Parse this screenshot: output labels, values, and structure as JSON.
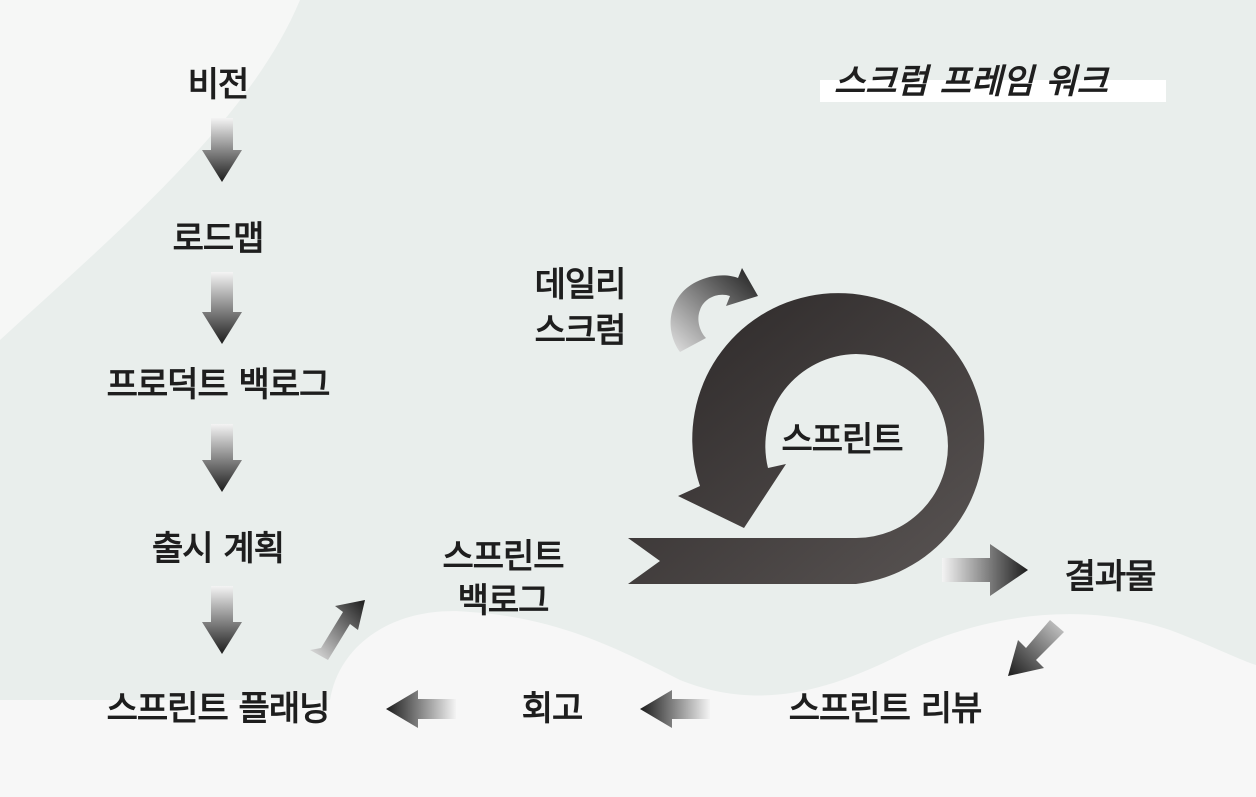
{
  "title": "스크럼 프레임 워크",
  "nodes": {
    "vision": "비전",
    "roadmap": "로드맵",
    "product_backlog": "프로덕트 백로그",
    "release_plan": "출시 계획",
    "sprint_planning": "스프린트 플래닝",
    "sprint_backlog_line1": "스프린트",
    "sprint_backlog_line2": "백로그",
    "daily_scrum_line1": "데일리",
    "daily_scrum_line2": "스크럼",
    "sprint": "스프린트",
    "deliverable": "결과물",
    "sprint_review": "스프린트 리뷰",
    "retrospective": "회고"
  },
  "colors": {
    "background": "#e9eeec",
    "background_light": "#f4f5f4",
    "arrow_dark": "#222222",
    "text": "#1e1e1e"
  }
}
